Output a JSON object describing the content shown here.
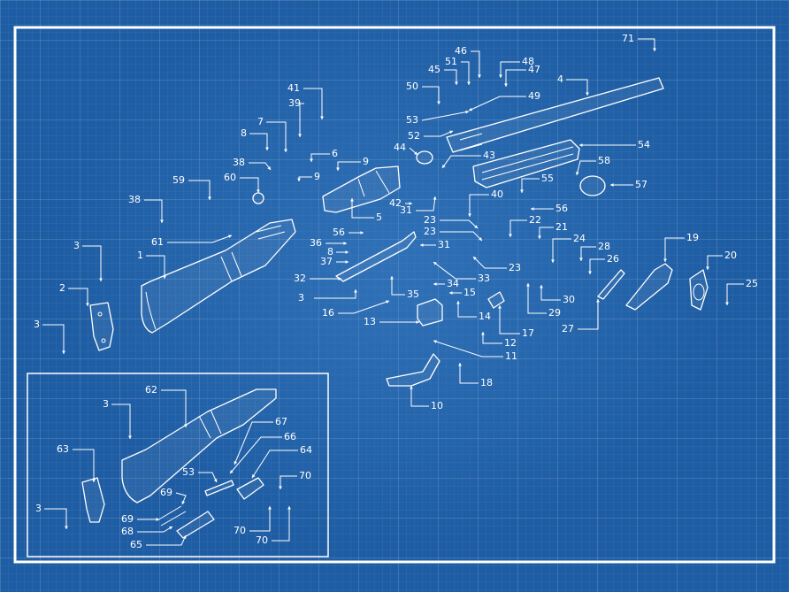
{
  "callouts": [
    {
      "id": "c71",
      "text": "71"
    },
    {
      "id": "c46",
      "text": "46"
    },
    {
      "id": "c51",
      "text": "51"
    },
    {
      "id": "c48",
      "text": "48"
    },
    {
      "id": "c47",
      "text": "47"
    },
    {
      "id": "c45",
      "text": "45"
    },
    {
      "id": "c4",
      "text": "4"
    },
    {
      "id": "c50",
      "text": "50"
    },
    {
      "id": "c49",
      "text": "49"
    },
    {
      "id": "c41",
      "text": "41"
    },
    {
      "id": "c53a",
      "text": "53"
    },
    {
      "id": "c39",
      "text": "39"
    },
    {
      "id": "c52",
      "text": "52"
    },
    {
      "id": "c7",
      "text": "7"
    },
    {
      "id": "c8a",
      "text": "8"
    },
    {
      "id": "c6",
      "text": "6"
    },
    {
      "id": "c44",
      "text": "44"
    },
    {
      "id": "c43",
      "text": "43"
    },
    {
      "id": "c54",
      "text": "54"
    },
    {
      "id": "c38a",
      "text": "38"
    },
    {
      "id": "c9a",
      "text": "9"
    },
    {
      "id": "c9b",
      "text": "9"
    },
    {
      "id": "c58",
      "text": "58"
    },
    {
      "id": "c59",
      "text": "59"
    },
    {
      "id": "c60",
      "text": "60"
    },
    {
      "id": "c55",
      "text": "55"
    },
    {
      "id": "c57",
      "text": "57"
    },
    {
      "id": "c40",
      "text": "40"
    },
    {
      "id": "c38b",
      "text": "38"
    },
    {
      "id": "c42",
      "text": "42"
    },
    {
      "id": "c31a",
      "text": "31"
    },
    {
      "id": "c5",
      "text": "5"
    },
    {
      "id": "c56a",
      "text": "56"
    },
    {
      "id": "c23a",
      "text": "23"
    },
    {
      "id": "c23b",
      "text": "23"
    },
    {
      "id": "c22",
      "text": "22"
    },
    {
      "id": "c56b",
      "text": "56"
    },
    {
      "id": "c21",
      "text": "21"
    },
    {
      "id": "c36",
      "text": "36"
    },
    {
      "id": "c61",
      "text": "61"
    },
    {
      "id": "c31b",
      "text": "31"
    },
    {
      "id": "c24",
      "text": "24"
    },
    {
      "id": "c3a",
      "text": "3"
    },
    {
      "id": "c8b",
      "text": "8"
    },
    {
      "id": "c19",
      "text": "19"
    },
    {
      "id": "c28",
      "text": "28"
    },
    {
      "id": "c37",
      "text": "37"
    },
    {
      "id": "c23c",
      "text": "23"
    },
    {
      "id": "c1",
      "text": "1"
    },
    {
      "id": "c20",
      "text": "20"
    },
    {
      "id": "c26",
      "text": "26"
    },
    {
      "id": "c33",
      "text": "33"
    },
    {
      "id": "c32",
      "text": "32"
    },
    {
      "id": "c34",
      "text": "34"
    },
    {
      "id": "c15",
      "text": "15"
    },
    {
      "id": "c25",
      "text": "25"
    },
    {
      "id": "c2",
      "text": "2"
    },
    {
      "id": "c3b",
      "text": "3"
    },
    {
      "id": "c35",
      "text": "35"
    },
    {
      "id": "c30",
      "text": "30"
    },
    {
      "id": "c16",
      "text": "16"
    },
    {
      "id": "c14",
      "text": "14"
    },
    {
      "id": "c29",
      "text": "29"
    },
    {
      "id": "c13",
      "text": "13"
    },
    {
      "id": "c17",
      "text": "17"
    },
    {
      "id": "c27",
      "text": "27"
    },
    {
      "id": "c3c",
      "text": "3"
    },
    {
      "id": "c12",
      "text": "12"
    },
    {
      "id": "c11",
      "text": "11"
    },
    {
      "id": "c18",
      "text": "18"
    },
    {
      "id": "c10",
      "text": "10"
    },
    {
      "id": "c62",
      "text": "62"
    },
    {
      "id": "c3d",
      "text": "3"
    },
    {
      "id": "c67",
      "text": "67"
    },
    {
      "id": "c66",
      "text": "66"
    },
    {
      "id": "c63",
      "text": "63"
    },
    {
      "id": "c64",
      "text": "64"
    },
    {
      "id": "c53b",
      "text": "53"
    },
    {
      "id": "c70a",
      "text": "70"
    },
    {
      "id": "c69a",
      "text": "69"
    },
    {
      "id": "c3e",
      "text": "3"
    },
    {
      "id": "c69b",
      "text": "69"
    },
    {
      "id": "c68",
      "text": "68"
    },
    {
      "id": "c70b",
      "text": "70"
    },
    {
      "id": "c70c",
      "text": "70"
    },
    {
      "id": "c65",
      "text": "65"
    }
  ],
  "colors": {
    "background": "#1e5da3",
    "lines": "#ffffff"
  }
}
